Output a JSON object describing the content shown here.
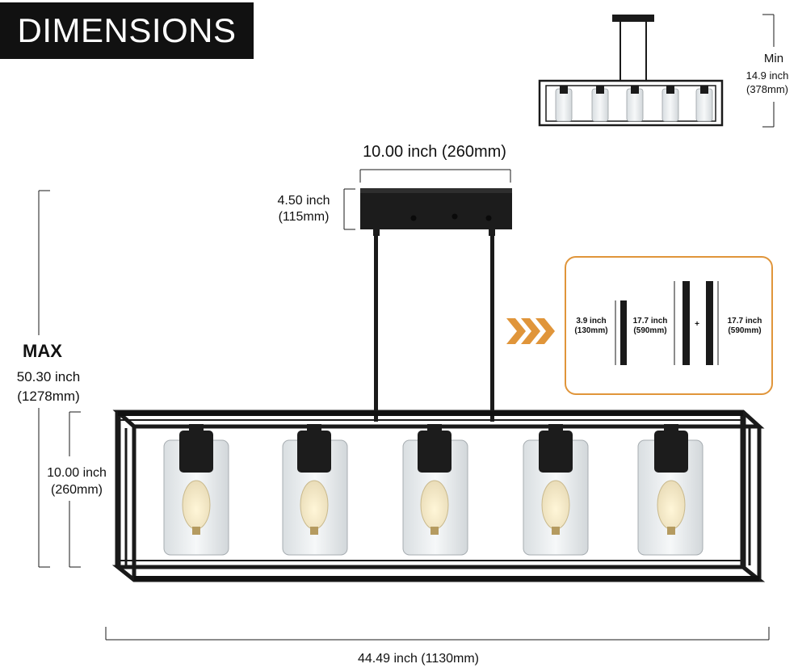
{
  "title": "DIMENSIONS",
  "min_preview": {
    "label": "Min",
    "height_inch": "14.9 inch",
    "height_mm": "(378mm)"
  },
  "canopy": {
    "width_inch_mm": "10.00 inch (260mm)",
    "height_inch": "4.50 inch",
    "height_mm": "(115mm)"
  },
  "max_height": {
    "label": "MAX",
    "inch": "50.30 inch",
    "mm": "(1278mm)"
  },
  "frame_height": {
    "inch": "10.00 inch",
    "mm": "(260mm)"
  },
  "frame_width": "44.49 inch (1130mm)",
  "rods": {
    "short_inch": "3.9 inch",
    "short_mm": "(130mm)",
    "long1_inch": "17.7 inch",
    "long1_mm": "(590mm)",
    "plus": "+",
    "long2_inch": "17.7 inch",
    "long2_mm": "(590mm)"
  },
  "colors": {
    "frame": "#1a1a1a",
    "accent_orange": "#e0953a",
    "glass": "#e4e8ea"
  }
}
